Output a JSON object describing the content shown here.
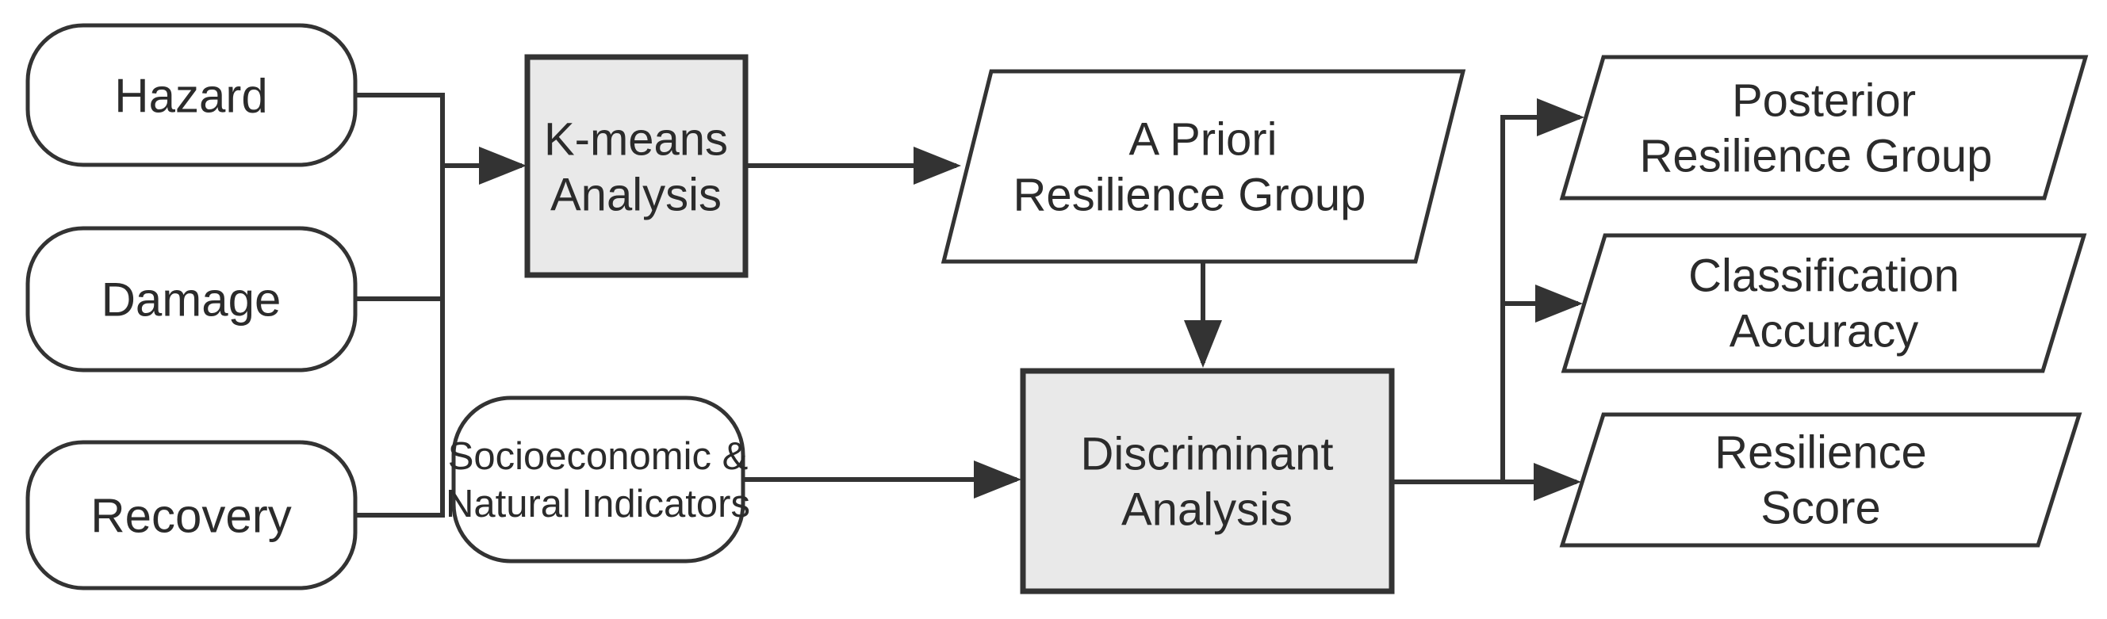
{
  "figure": {
    "type": "flowchart",
    "background": "#ffffff",
    "colors": {
      "line": "#333333",
      "process_fill": "#e9e9e9",
      "io_fill": "#ffffff",
      "text": "#2b2b2b"
    },
    "nodes": {
      "hazard": {
        "label": "Hazard",
        "shape": "rounded-rectangle"
      },
      "damage": {
        "label": "Damage",
        "shape": "rounded-rectangle"
      },
      "recovery": {
        "label": "Recovery",
        "shape": "rounded-rectangle"
      },
      "kmeans": {
        "label": "K-means Analysis",
        "line1": "K-means",
        "line2": "Analysis",
        "shape": "rectangle"
      },
      "apriori": {
        "label": "A Priori Resilience Group",
        "line1": "A Priori",
        "line2": "Resilience Group",
        "shape": "parallelogram"
      },
      "socioeconomic": {
        "label": "Socioeconomic & Natural Indicators",
        "line1": "Socioeconomic &",
        "line2": "Natural Indicators",
        "shape": "rounded-rectangle"
      },
      "discriminant": {
        "label": "Discriminant Analysis",
        "line1": "Discriminant",
        "line2": "Analysis",
        "shape": "rectangle"
      },
      "posterior": {
        "label": "Posterior Resilience Group",
        "line1": "Posterior",
        "line2": "Resilience Group",
        "shape": "parallelogram"
      },
      "classification": {
        "label": "Classification Accuracy",
        "line1": "Classification",
        "line2": "Accuracy",
        "shape": "parallelogram"
      },
      "resilience_score": {
        "label": "Resilience Score",
        "line1": "Resilience",
        "line2": "Score",
        "shape": "parallelogram"
      }
    },
    "edges": [
      {
        "from": "hazard",
        "to": "kmeans"
      },
      {
        "from": "damage",
        "to": "kmeans"
      },
      {
        "from": "recovery",
        "to": "kmeans"
      },
      {
        "from": "kmeans",
        "to": "apriori"
      },
      {
        "from": "apriori",
        "to": "discriminant"
      },
      {
        "from": "socioeconomic",
        "to": "discriminant"
      },
      {
        "from": "discriminant",
        "to": "posterior"
      },
      {
        "from": "discriminant",
        "to": "classification"
      },
      {
        "from": "discriminant",
        "to": "resilience_score"
      }
    ]
  }
}
